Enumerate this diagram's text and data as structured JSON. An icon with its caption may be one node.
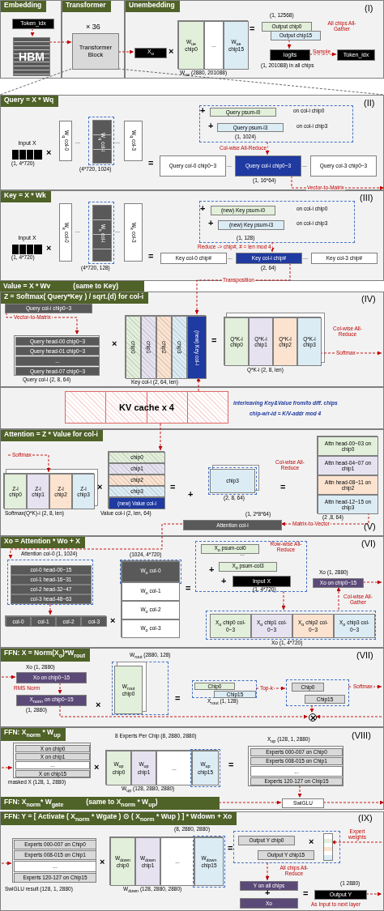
{
  "diagram": {
    "nodes": [
      {
        "text": [
          "Embedding"
        ]
      },
      {
        "text": [
          "Token_idx"
        ],
        "in": 0
      },
      {
        "text": [
          "HBM"
        ],
        "in": 0
      },
      {
        "text": [
          "Transformer"
        ]
      },
      {
        "text": [
          "Transformer Block"
        ],
        "beside": [
          "× 36"
        ],
        "in": 3
      },
      {
        "text": [
          "Unembedding"
        ]
      },
      {
        "text": [
          "X$_{o}$"
        ],
        "in": 5
      },
      {
        "text": [],
        "shape": "box",
        "beside": [
          "W$_{ue}$ (2880, 201088)"
        ],
        "in": 5
      },
      {
        "text": [
          "W$_{ue}$ chip0"
        ],
        "in": 7
      },
      {
        "text": [
          "..."
        ],
        "in": 7
      },
      {
        "text": [
          "W$_{ue}$ chip15"
        ],
        "in": 7
      },
      {
        "text": [
          "Output chip0"
        ],
        "beside": [
          "(1, 12568)"
        ],
        "in": 5
      },
      {
        "text": [
          "Output chip15"
        ],
        "in": 5
      },
      {
        "text": [
          "logits"
        ],
        "beside": [
          "(1, 201088) in all chips"
        ],
        "in": 5
      },
      {
        "text": [
          "Token_idx"
        ],
        "in": 5
      },
      {
        "text": [
          "Query = X * Wq"
        ]
      },
      {
        "text": [
          "Input X"
        ],
        "beside": [
          "(1, 4*720)"
        ],
        "in": 15
      },
      {
        "text": [
          "W$_{q}$ col-0"
        ],
        "in": 15
      },
      {
        "text": [],
        "shape": "box",
        "beside": [
          "(4*720, 1024)"
        ],
        "in": 15
      },
      {
        "text": [
          "W$_{q}$ col-i"
        ],
        "in": 18
      },
      {
        "text": [
          "W$_{q}$ col-3"
        ],
        "in": 15
      },
      {
        "text": [],
        "shape": "box",
        "beside": [
          "(1, 1024)"
        ],
        "in": 15
      },
      {
        "text": [
          "Query psum-i0"
        ],
        "beside": [
          "on col-i chip0"
        ],
        "in": 21
      },
      {
        "text": [
          "Query psum-i3"
        ],
        "beside": [
          "on col-i chip3"
        ],
        "in": 21
      },
      {
        "text": [
          "Query col-0 chip0~3"
        ],
        "in": 15
      },
      {
        "text": [
          "Query col-i chip0~3"
        ],
        "beside": [
          "(1, 16*64)"
        ],
        "in": 15
      },
      {
        "text": [
          "Query col-3 chip0~3"
        ],
        "in": 15
      },
      {
        "text": [
          "Key = X * Wk"
        ]
      },
      {
        "text": [
          "Input X"
        ],
        "beside": [
          "(1, 4*720)"
        ],
        "in": 27
      },
      {
        "text": [
          "W$_{k}$ col-0"
        ],
        "in": 27
      },
      {
        "text": [],
        "shape": "box",
        "beside": [
          "(4*720, 128)"
        ],
        "in": 27
      },
      {
        "text": [
          "W$_{k}$ col-i"
        ],
        "in": 30
      },
      {
        "text": [
          "W$_{k}$ col-3"
        ],
        "in": 27
      },
      {
        "text": [],
        "shape": "box",
        "beside": [
          "(1, 128)"
        ],
        "in": 27
      },
      {
        "text": [
          "(new) Key psum-i0"
        ],
        "beside": [
          "on col-i chip0"
        ],
        "in": 33
      },
      {
        "text": [
          "(new) Key psum-i3"
        ],
        "beside": [
          "on col-i chip3"
        ],
        "in": 33
      },
      {
        "text": [
          "Key col-0 chip#"
        ],
        "in": 27
      },
      {
        "text": [
          "Key col-i chip#"
        ],
        "beside": [
          "(2, 64)"
        ],
        "in": 27
      },
      {
        "text": [
          "Key col-3 chip#"
        ],
        "in": 27
      },
      {
        "text": [
          "Value = X * Wv",
          "(same to Key)"
        ]
      },
      {
        "text": [
          "Z = Softmax( Query*Key ) / sqrt.(d)  for col-i"
        ]
      },
      {
        "text": [
          "Query col-i  chip0~3"
        ],
        "in": 40
      },
      {
        "text": [],
        "shape": "box",
        "beside": [
          "Query col-i (2, 8, 64)"
        ],
        "in": 40
      },
      {
        "text": [
          "Query head-00  chip0~3"
        ],
        "in": 42
      },
      {
        "text": [
          "Query head-01  chip0~3"
        ],
        "in": 42
      },
      {
        "text": [
          "..."
        ],
        "in": 42
      },
      {
        "text": [
          "Query head-07  chip0~3"
        ],
        "in": 42
      },
      {
        "text": [],
        "shape": "box",
        "beside": [
          "Key col-i  (2, 64, len)"
        ],
        "in": 40
      },
      {
        "text": [
          "chip0"
        ],
        "in": 47
      },
      {
        "text": [
          "chip1"
        ],
        "in": 47
      },
      {
        "text": [
          "chip2"
        ],
        "in": 47
      },
      {
        "text": [
          "chip3"
        ],
        "in": 47
      },
      {
        "text": [
          "(new) Key col-i"
        ],
        "in": 47
      },
      {
        "text": [],
        "shape": "box",
        "beside": [
          "Q*K-i  (2, 8, len)"
        ],
        "in": 40
      },
      {
        "text": [
          "Q*K-i chip0"
        ],
        "in": 53
      },
      {
        "text": [
          "Q*K-i chip1"
        ],
        "in": 53
      },
      {
        "text": [
          "Q*K-i chip2"
        ],
        "in": 53
      },
      {
        "text": [
          "Q*K-i chip3"
        ],
        "in": 53
      },
      {
        "text": [
          "KV cache x 4"
        ]
      },
      {
        "text": [
          "Attention = Z * Value  for col-i"
        ]
      },
      {
        "text": [],
        "shape": "box",
        "beside": [
          "Softmax(Q*K)-i  (2, 8, len)"
        ],
        "in": 59
      },
      {
        "text": [
          "Z-i chip0"
        ],
        "in": 60
      },
      {
        "text": [
          "Z-i chip1"
        ],
        "in": 60
      },
      {
        "text": [
          "Z-i chip2"
        ],
        "in": 60
      },
      {
        "text": [
          "Z-i chip3"
        ],
        "in": 60
      },
      {
        "text": [],
        "shape": "box",
        "beside": [
          "Value col-i  (2, len, 64)"
        ],
        "in": 59
      },
      {
        "text": [
          "chip0"
        ],
        "in": 65
      },
      {
        "text": [
          "chip1"
        ],
        "in": 65
      },
      {
        "text": [
          "chip2"
        ],
        "in": 65
      },
      {
        "text": [
          "chip3"
        ],
        "in": 65
      },
      {
        "text": [
          "(new) Value col-i"
        ],
        "in": 65
      },
      {
        "text": [
          "chip3"
        ],
        "beside": [
          "(2, 8, 64)"
        ],
        "in": 59
      },
      {
        "text": [],
        "shape": "box",
        "beside": [
          "(2 ,8, 64)"
        ],
        "in": 59
      },
      {
        "text": [
          "Attn head-00~03 on chip0"
        ],
        "in": 72
      },
      {
        "text": [
          "Attn head-04~07 on chip1"
        ],
        "in": 72
      },
      {
        "text": [
          "Attn head-08~11 on chip2"
        ],
        "in": 72
      },
      {
        "text": [
          "Attn head-12~15 on chip3"
        ],
        "in": 72
      },
      {
        "text": [
          "Attention col-i"
        ],
        "beside": [
          "(1, 2*8*64)"
        ],
        "in": 59
      },
      {
        "text": [
          "Xo = Attention * Wo + X"
        ]
      },
      {
        "text": [],
        "shape": "box",
        "beside": [
          "Attention col-0 (1, 1024)"
        ],
        "in": 78
      },
      {
        "text": [
          "col-0 head-00~15"
        ],
        "in": 79
      },
      {
        "text": [
          "col-1 head-16~31"
        ],
        "in": 79
      },
      {
        "text": [
          "col-2 head-32~47"
        ],
        "in": 79
      },
      {
        "text": [
          "col-3 head-48~63"
        ],
        "in": 79
      },
      {
        "text": [],
        "shape": "box",
        "in": 78
      },
      {
        "text": [
          "col-0"
        ],
        "in": 84
      },
      {
        "text": [
          "col-1"
        ],
        "in": 84
      },
      {
        "text": [
          "col-2"
        ],
        "in": 84
      },
      {
        "text": [
          "col-3"
        ],
        "in": 84
      },
      {
        "text": [],
        "shape": "box",
        "beside": [
          "(1024, 4*720)"
        ],
        "in": 78
      },
      {
        "text": [
          "W$_{o}$ col-0"
        ],
        "in": 89
      },
      {
        "text": [
          "W$_{o}$ col-1"
        ],
        "in": 89
      },
      {
        "text": [
          "W$_{o}$ col-2"
        ],
        "in": 89
      },
      {
        "text": [
          "W$_{o}$ col-3"
        ],
        "in": 89
      },
      {
        "text": [],
        "shape": "box",
        "in": 78
      },
      {
        "text": [
          "X$_{o}$ psum-col0"
        ],
        "in": 94
      },
      {
        "text": [
          "X$_{o}$ psum-col3"
        ],
        "in": 94
      },
      {
        "text": [
          "Input X"
        ],
        "beside": [
          "(1, 4*720)"
        ],
        "in": 94
      },
      {
        "text": [
          "Xo on chip0~15"
        ],
        "beside": [
          "Xo (1, 2880)"
        ],
        "in": 78
      },
      {
        "text": [],
        "shape": "box",
        "beside": [
          "Xo (1, 4*720)"
        ],
        "in": 78
      },
      {
        "text": [
          "X$_{o}$ chip0 col-0~3"
        ],
        "in": 99
      },
      {
        "text": [
          "X$_{o}$ chip1 col-0~3"
        ],
        "in": 99
      },
      {
        "text": [
          "X$_{o}$ chip2 col-0~3"
        ],
        "in": 99
      },
      {
        "text": [
          "X$_{o}$ chip3 col-0~3"
        ],
        "in": 99
      },
      {
        "text": [
          "FFN: X = Norm(X$_{o}$)*W$_{rout}$"
        ]
      },
      {
        "text": [
          "Xo on chip0~15"
        ],
        "beside": [
          "Xo  (1, 2880)"
        ],
        "in": 104
      },
      {
        "text": [
          "X$_{norm}$ on chip0~15"
        ],
        "beside": [
          "(1, 2880)"
        ],
        "in": 104
      },
      {
        "text": [],
        "shape": "box",
        "beside": [
          "W$_{rout}$  (2880, 128)"
        ],
        "in": 104
      },
      {
        "text": [
          "W$_{rout}$ chip0"
        ],
        "in": 107
      },
      {
        "text": [],
        "shape": "box",
        "beside": [
          "X$_{rout}$  (1, 128)"
        ],
        "in": 104
      },
      {
        "text": [
          "Chip0"
        ],
        "in": 109
      },
      {
        "text": [
          "Chip15"
        ],
        "in": 109
      },
      {
        "text": [],
        "shape": "box",
        "in": 104
      },
      {
        "text": [
          "Chip0"
        ],
        "in": 112
      },
      {
        "text": [
          "Chip15"
        ],
        "in": 112
      },
      {
        "text": [],
        "shape": "circle",
        "in": 104
      },
      {
        "text": [
          "FFN:  X$_{norm}$ * W$_{up}$"
        ]
      },
      {
        "text": [],
        "shape": "box",
        "beside": [
          "masked X  (128, 1, 2880)"
        ],
        "in": 116
      },
      {
        "text": [
          "X on chip0"
        ],
        "in": 117
      },
      {
        "text": [
          "X on chip1"
        ],
        "in": 117
      },
      {
        "text": [
          "..."
        ],
        "in": 117
      },
      {
        "text": [
          "X on chip15"
        ],
        "in": 117
      },
      {
        "text": [],
        "shape": "box",
        "beside": [
          "8 Experts Per Chip  (8, 2880, 2880)",
          "W$_{up}$  (128, 2880, 2880)"
        ],
        "in": 116
      },
      {
        "text": [
          "W$_{up}$ chip0"
        ],
        "in": 122
      },
      {
        "text": [
          "W$_{up}$ chip1"
        ],
        "in": 122
      },
      {
        "text": [
          "..."
        ],
        "in": 122
      },
      {
        "text": [
          "W$_{up}$ chip15"
        ],
        "in": 122
      },
      {
        "text": [],
        "shape": "box",
        "beside": [
          "X$_{up}$  (128, 1, 2880)"
        ],
        "in": 116
      },
      {
        "text": [
          "Experts 000-007 on Chip0"
        ],
        "in": 127
      },
      {
        "text": [
          "Experts 008-015 on Chip1"
        ],
        "in": 127
      },
      {
        "text": [
          "..."
        ],
        "in": 127
      },
      {
        "text": [
          "Experts 120-127 on Chip15"
        ],
        "in": 127
      },
      {
        "text": [
          "FFN:  X$_{norm}$* W$_{gate}$",
          "(same to X$_{norm}$ * W$_{up}$)"
        ],
        "in": 116
      },
      {
        "text": [
          "SwiGLU"
        ],
        "in": 116
      },
      {
        "text": [
          "FFN:  Y = [ Activate ( X$_{norm}$ * Wgate ) ⊙ ( X$_{norm}$ * Wup ) ] * Wdown + Xo"
        ]
      },
      {
        "text": [],
        "shape": "box",
        "beside": [
          "SwiGLU result  (128, 1, 2880)"
        ],
        "in": 134
      },
      {
        "text": [
          "Experts 000-007 on Chip0"
        ],
        "in": 135
      },
      {
        "text": [
          "Experts 008-015 on Chip1"
        ],
        "in": 135
      },
      {
        "text": [
          "..."
        ],
        "in": 135
      },
      {
        "text": [
          "Experts 120-127 on Chip15"
        ],
        "in": 135
      },
      {
        "text": [],
        "shape": "box",
        "beside": [
          "(8, 2880, 2880)",
          "W$_{down}$ (128, 2880, 2880)"
        ],
        "in": 134
      },
      {
        "text": [
          "W$_{down}$ chip0"
        ],
        "in": 140
      },
      {
        "text": [
          "W$_{down}$ chip1"
        ],
        "in": 140
      },
      {
        "text": [
          "..."
        ],
        "in": 140
      },
      {
        "text": [
          "W$_{down}$ chip15"
        ],
        "in": 140
      },
      {
        "text": [],
        "shape": "box",
        "in": 134
      },
      {
        "text": [
          "Output Y chip0"
        ],
        "in": 145
      },
      {
        "text": [
          "Output Y chip15"
        ],
        "in": 145
      },
      {
        "text": [],
        "shape": "bar",
        "in": 145
      },
      {
        "text": [
          "Y on all chips"
        ],
        "in": 134
      },
      {
        "text": [
          "Xo"
        ],
        "in": 134
      },
      {
        "text": [
          "Output Y"
        ],
        "beside": [
          "(1 2880)",
          "As Input to next layer"
        ],
        "in": 134
      }
    ],
    "edges": [
      {
        "from": 1,
        "to": 2,
        "arrow": "to",
        "style": "dashed"
      },
      {
        "from": 2,
        "to": 4,
        "arrow": "to",
        "style": "dashed"
      },
      {
        "from": 4,
        "to": 6,
        "arrow": "to",
        "style": "dashed"
      },
      {
        "from": 12,
        "to": 13,
        "arrow": "to",
        "style": "dashed"
      },
      {
        "from": 13,
        "to": 14,
        "arrow": "to",
        "label": "Sample",
        "style": "dashed"
      },
      {
        "from": 4,
        "to": 15,
        "arrow": "none",
        "style": "dashed",
        "color": "#595959"
      },
      {
        "from": 4,
        "to": 15,
        "arrow": "none",
        "style": "dashed",
        "color": "#595959"
      },
      {
        "from": 21,
        "to": 25,
        "arrow": "to",
        "label": "Col-wise All-Reduce",
        "style": "dashed"
      },
      {
        "from": 25,
        "to": 15,
        "arrow": "to",
        "label": "Vector-to-Matrix",
        "style": "dashed"
      },
      {
        "from": 33,
        "to": 37,
        "arrow": "to",
        "label": "Reduce -> chip#,  # = len mod 4",
        "style": "dashed"
      },
      {
        "from": 37,
        "to": 52,
        "arrow": "to",
        "label": "Transposition",
        "style": "dashed"
      },
      {
        "from": 41,
        "to": 42,
        "arrow": "to",
        "label": "Vector-to-Matrix",
        "style": "dashed"
      },
      {
        "from": 53,
        "to": null,
        "arrow": "to",
        "label": "Softmax",
        "style": "dashed"
      },
      {
        "from": 58,
        "to": 47,
        "arrow": "to",
        "style": "dashed"
      },
      {
        "from": 58,
        "to": 65,
        "arrow": "to",
        "style": "dashed"
      },
      {
        "from": null,
        "to": 60,
        "arrow": "to",
        "label": "Softmax",
        "style": "dashed"
      },
      {
        "from": 72,
        "to": 77,
        "arrow": "to",
        "label": "Matrix-to-Vector",
        "style": "dashed"
      },
      {
        "from": 77,
        "to": 79,
        "arrow": "to",
        "style": "dashed"
      },
      {
        "from": 79,
        "to": 84,
        "arrow": "to",
        "style": "dashed"
      },
      {
        "from": 94,
        "to": 99,
        "arrow": "to",
        "style": "dashed"
      },
      {
        "from": 99,
        "to": 98,
        "arrow": "to",
        "label": "Col-wise All-Gather",
        "style": "dashed"
      },
      {
        "from": 98,
        "to": null,
        "arrow": "to",
        "style": "dashed"
      },
      {
        "from": null,
        "to": 105,
        "arrow": "to",
        "style": "dashed"
      },
      {
        "from": 105,
        "to": 106,
        "arrow": "to",
        "label": "RMS Norm",
        "style": "dashed"
      },
      {
        "from": 109,
        "to": 112,
        "arrow": "to",
        "label": "Top-k",
        "style": "dashed"
      },
      {
        "from": 112,
        "to": null,
        "arrow": "to",
        "label": "Softmax",
        "style": "dashed"
      },
      {
        "from": 112,
        "to": 115,
        "arrow": "to",
        "style": "dashed"
      },
      {
        "from": 106,
        "to": 115,
        "arrow": "to",
        "style": "dashed"
      },
      {
        "from": null,
        "to": 115,
        "arrow": "to",
        "style": "dashed"
      },
      {
        "from": null,
        "to": 117,
        "arrow": "to",
        "style": "dashed"
      },
      {
        "from": 127,
        "to": 133,
        "arrow": "to",
        "style": "dashed"
      },
      {
        "from": 132,
        "to": 133,
        "arrow": "to",
        "style": "dashed"
      },
      {
        "from": 133,
        "to": 116,
        "arrow": "to",
        "style": "dashed"
      },
      {
        "from": null,
        "to": 135,
        "arrow": "to",
        "style": "dashed"
      },
      {
        "from": null,
        "to": 148,
        "arrow": "to",
        "label": "Expert weights",
        "style": "dashed"
      },
      {
        "from": 145,
        "to": 149,
        "arrow": "to",
        "label": "All chips All-Reduce",
        "style": "dashed"
      },
      {
        "from": 151,
        "to": null,
        "arrow": "to",
        "style": "dashed"
      }
    ],
    "labels": [
      "(I)",
      "×",
      "=",
      "All chips All-Gather",
      "(II)",
      "×",
      "...",
      "...",
      "=",
      "+",
      "+",
      "...",
      "...",
      "(III)",
      "×",
      "...",
      "...",
      "=",
      "+",
      "+",
      "...",
      "...",
      "(IV)",
      "×",
      "=",
      "Col-wise All-Reduce",
      "interleaving Key&Value  from/to diff. chips",
      "chip-w/r-id = K/V-addr mod 4",
      "×",
      "=",
      "+",
      "Col-wise All-Reduce",
      "=",
      "(V)",
      "(VI)",
      "...",
      "+",
      "+",
      "Row-wise All-Reduce",
      "=",
      "×",
      "(VII)",
      "×",
      "=",
      "(VIII)",
      "×",
      "=",
      "(IX)",
      "×",
      "=",
      "×",
      "+",
      "="
    ]
  }
}
